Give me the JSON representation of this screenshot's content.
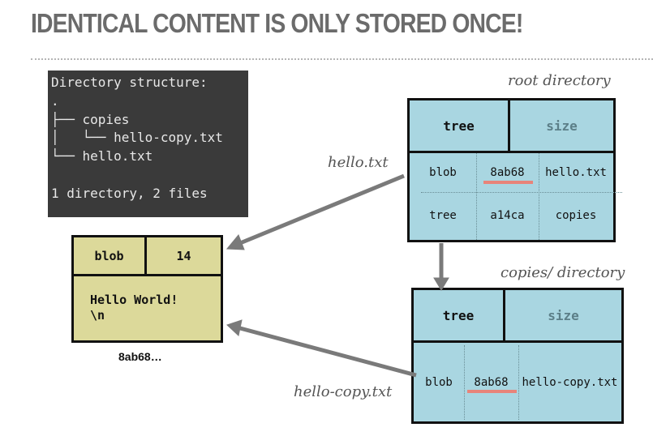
{
  "title": "IDENTICAL CONTENT IS ONLY STORED ONCE!",
  "terminal": {
    "lines": [
      "Directory structure:",
      ".",
      "├── copies",
      "│   └── hello-copy.txt",
      "└── hello.txt",
      "",
      "1 directory, 2 files"
    ]
  },
  "root_tree": {
    "caption": "root directory",
    "headers": [
      "tree",
      "size"
    ],
    "rows": [
      [
        "blob",
        "8ab68",
        "hello.txt"
      ],
      [
        "tree",
        "a14ca",
        "copies"
      ]
    ]
  },
  "copies_tree": {
    "caption": "copies/ directory",
    "headers": [
      "tree",
      "size"
    ],
    "rows": [
      [
        "blob",
        "8ab68",
        "hello-copy.txt"
      ]
    ]
  },
  "blob": {
    "headers": [
      "blob",
      "14"
    ],
    "content_line1": "Hello World!",
    "content_line2": "\\n",
    "hash": "8ab68…"
  },
  "arrow_labels": {
    "hello": "hello.txt",
    "hello_copy": "hello-copy.txt"
  },
  "colors": {
    "tree_fill": "#a9d6e1",
    "blob_fill": "#dcd99a",
    "highlight": "#e8847a",
    "arrow": "#7a7a7a",
    "terminal_bg": "#3a3a3a"
  }
}
